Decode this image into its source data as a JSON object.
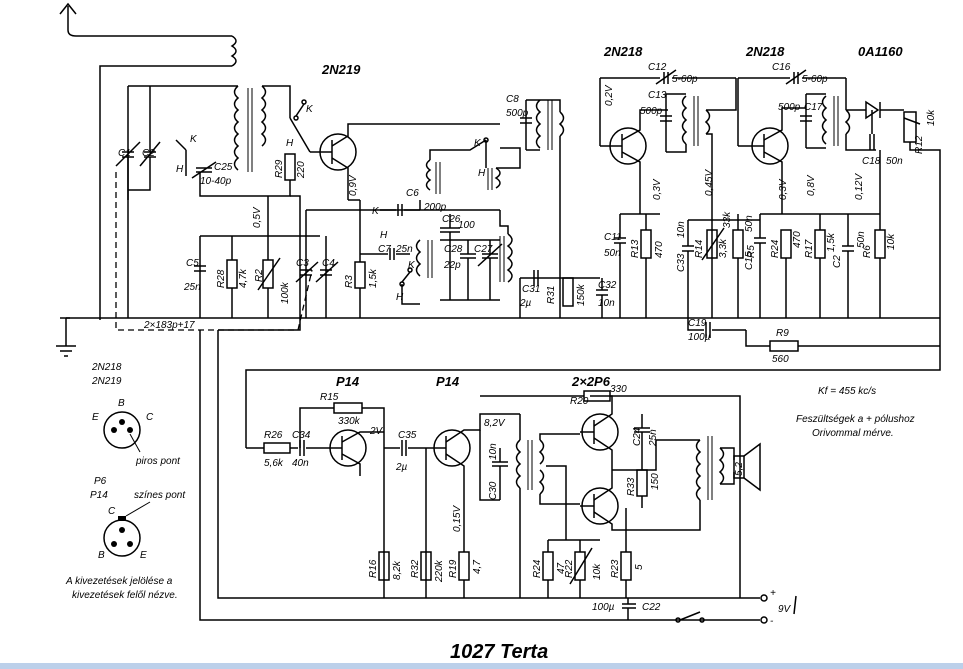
{
  "title": "1027 Terta",
  "transistors": {
    "t1": "2N219",
    "t2": "2N218",
    "t3": "2N218",
    "diode": "0A1160",
    "p14a": "P14",
    "p14b": "P14",
    "output": "2×2P6"
  },
  "voltages": {
    "v1": "0,5V",
    "v2": "0,9V",
    "v3": "0,2V",
    "v4": "0,3V",
    "v5": "0,45V",
    "v6": "0,3V",
    "v7": "0,8V",
    "v8": "0,12V",
    "v9": "2V",
    "v10": "8,2V",
    "v11": "0,15V"
  },
  "components": {
    "c1": "C1",
    "c2": "C2",
    "c25": "C25",
    "c25v": "10-40p",
    "r29": "R29",
    "r29v": "220",
    "c5": "C5",
    "c5v": "25n",
    "r28": "R28",
    "r28v": "4,7k",
    "r2": "R2",
    "r2v": "100k",
    "c3": "C3",
    "c4": "C4",
    "r3": "R3",
    "r3v": "1,5k",
    "c6": "C6",
    "c6v": "200p",
    "c7": "C7",
    "c7v": "25n",
    "c8": "C8",
    "c8v": "500p",
    "c26": "C26",
    "c26v": "100",
    "c28": "C28",
    "c28v": "22p",
    "c27": "C27",
    "c31": "C31",
    "c31v": "2µ",
    "r31": "R31",
    "r31v": "150k",
    "c32": "C32",
    "c32v": "10n",
    "c12": "C12",
    "c12v": "5-60p",
    "c13": "C13",
    "c13v": "500p",
    "c16": "C16",
    "c16v": "5-60p",
    "c17": "C17",
    "c17v": "500p",
    "c11": "C11",
    "c11v": "50n",
    "r13": "R13",
    "r13v": "470",
    "c33": "C33",
    "c33v": "10n",
    "r14": "R14",
    "r14v": "3,3k",
    "r5": "R5",
    "r5v": "33k",
    "c15": "C15",
    "c15v": "50n",
    "r24": "R24",
    "r24v": "470",
    "r17": "R17",
    "r17v": "1,5k",
    "c2b": "C2",
    "c2bv": "50n",
    "r6": "R6",
    "r6v": "10k",
    "c18": "C18",
    "c18v": "50n",
    "r12": "R12",
    "r12v": "10k",
    "c19": "C19",
    "c19v": "100µ",
    "r9": "R9",
    "r9v": "560",
    "cdual": "2×183p+17",
    "r26": "R26",
    "r26v": "5,6k",
    "c34": "C34",
    "c34v": "40n",
    "r15": "R15",
    "r15v": "330k",
    "c35": "C35",
    "c35v": "2µ",
    "r20": "R20",
    "r20v": "330",
    "c30": "C30",
    "c30v": "10n",
    "c24": "C24",
    "c24v": "25n",
    "r33": "R33",
    "r33v": "150",
    "spk": "5,2",
    "r16": "R16",
    "r16v": "8,2k",
    "r32": "R32",
    "r32v": "220k",
    "r19": "R19",
    "r19v": "4,7",
    "r24b": "R24",
    "r24bv": "47",
    "r22": "R22",
    "r22v": "10k",
    "r23": "R23",
    "r23v": "5",
    "c22": "C22",
    "c22v": "100µ"
  },
  "switch_labels": {
    "k": "K",
    "h": "H"
  },
  "legend": {
    "types_a": "2N218",
    "types_b": "2N219",
    "red_dot": "piros pont",
    "types_c": "P6",
    "types_d": "P14",
    "color_dot": "színes pont",
    "pin_e": "E",
    "pin_b": "B",
    "pin_c": "C",
    "note_line1": "A kivezetések jelölése a",
    "note_line2": "kivezetések felől nézve."
  },
  "notes": {
    "if": "Kf = 455 kc/s",
    "volt_line1": "Feszültségek a + pólushoz",
    "volt_line2": "Orivommal mérve."
  },
  "supply": {
    "plus": "+",
    "minus": "-",
    "voltage": "9V"
  }
}
